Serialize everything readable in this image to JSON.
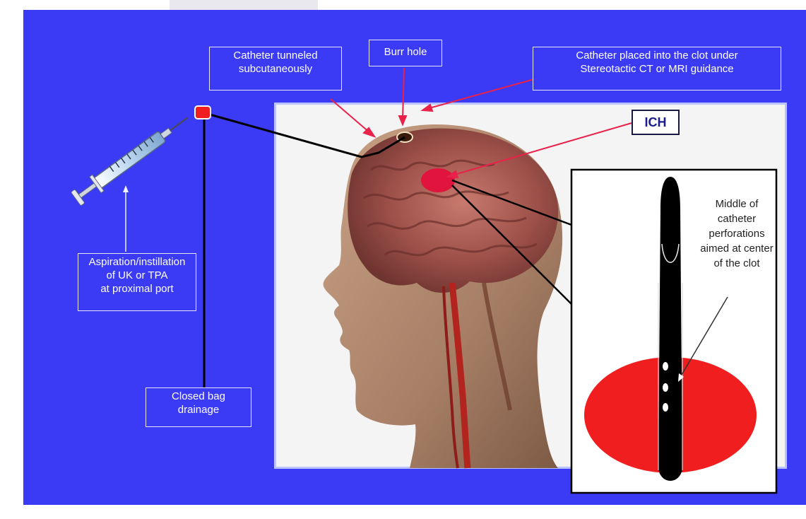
{
  "labels": {
    "tunneled": [
      "Catheter tunneled",
      "subcutaneously"
    ],
    "burr_hole": "Burr hole",
    "placed": [
      "Catheter placed into the clot under",
      "Stereotactic CT or MRI guidance"
    ],
    "ich": "ICH",
    "aspiration": [
      "Aspiration/instillation",
      "of UK or TPA",
      "at proximal port"
    ],
    "drainage": [
      "Closed bag",
      "drainage"
    ],
    "middle_note": [
      "Middle of",
      "catheter",
      "perforations",
      "aimed at center",
      "of the clot"
    ]
  },
  "colors": {
    "background": "#3b3bf5",
    "arrow_red": "#e8224a",
    "clot_red": "#f01e1e",
    "catheter": "#000000",
    "panel": "#f4f4f4"
  }
}
